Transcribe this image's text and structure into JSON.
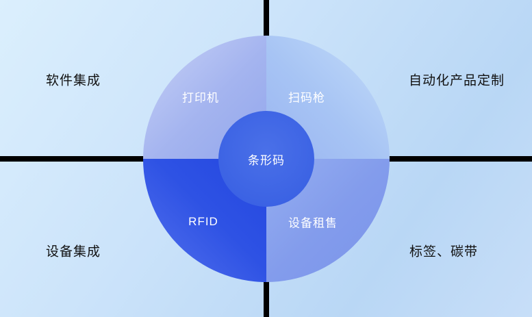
{
  "diagram": {
    "center": {
      "label": "条形码"
    },
    "circle_quadrants": [
      {
        "id": "printer",
        "label": "打印机"
      },
      {
        "id": "scanner",
        "label": "扫码枪"
      },
      {
        "id": "rfid",
        "label": "RFID"
      },
      {
        "id": "rental",
        "label": "设备租售"
      }
    ],
    "corner_labels": [
      {
        "id": "software-integration",
        "label": "软件集成"
      },
      {
        "id": "automation-customization",
        "label": "自动化产品定制"
      },
      {
        "id": "device-integration",
        "label": "设备集成"
      },
      {
        "id": "labels-ribbons",
        "label": "标签、碳带"
      }
    ],
    "colors": {
      "background_light": "#dbeffd",
      "background_deep": "#b9d7f5",
      "axis_line": "#000000",
      "quadrant_top_left": "#a4b4ef",
      "quadrant_top_right": "#a7c4f4",
      "quadrant_bottom_left": "#2e52e4",
      "quadrant_bottom_right": "#839cec",
      "center_circle": "#3c63e4",
      "label_on_circle": "#ffffff",
      "label_corner": "#111111"
    }
  }
}
